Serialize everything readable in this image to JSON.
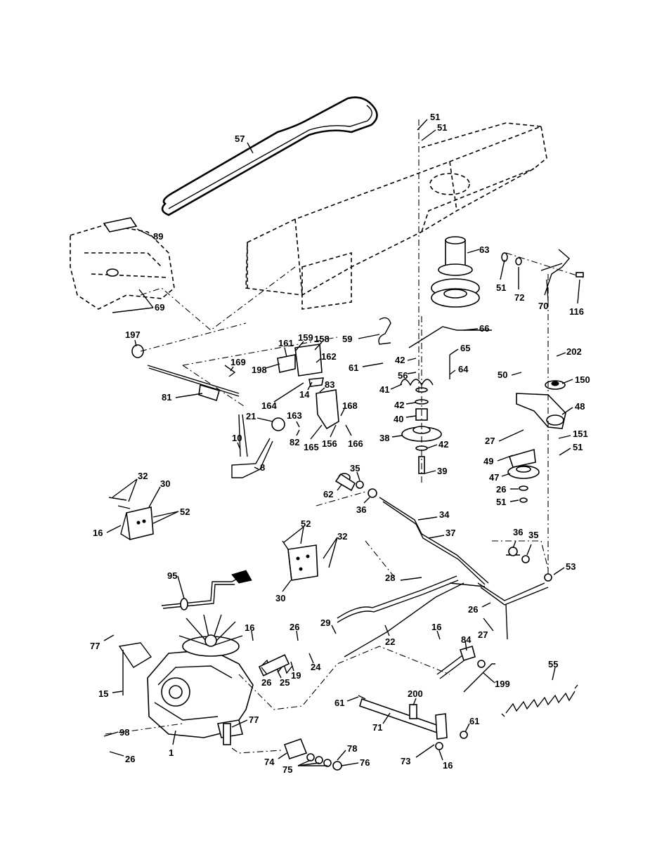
{
  "part_labels": [
    "57",
    "51",
    "51",
    "89",
    "63",
    "51",
    "72",
    "70",
    "116",
    "69",
    "197",
    "59",
    "66",
    "42",
    "65",
    "61",
    "64",
    "56",
    "169",
    "161",
    "159",
    "158",
    "198",
    "162",
    "81",
    "164",
    "14",
    "83",
    "41",
    "42",
    "40",
    "168",
    "21",
    "163",
    "38",
    "42",
    "10",
    "82",
    "165",
    "156",
    "166",
    "39",
    "8",
    "202",
    "150",
    "50",
    "48",
    "27",
    "151",
    "51",
    "49",
    "47",
    "26",
    "51",
    "35",
    "62",
    "36",
    "34",
    "37",
    "32",
    "30",
    "52",
    "16",
    "52",
    "32",
    "30",
    "36",
    "35",
    "53",
    "28",
    "95",
    "26",
    "27",
    "16",
    "29",
    "22",
    "16",
    "26",
    "77",
    "84",
    "24",
    "19",
    "26",
    "25",
    "55",
    "199",
    "15",
    "200",
    "61",
    "71",
    "61",
    "77",
    "98",
    "1",
    "26",
    "73",
    "16",
    "78",
    "74",
    "75",
    "76"
  ]
}
